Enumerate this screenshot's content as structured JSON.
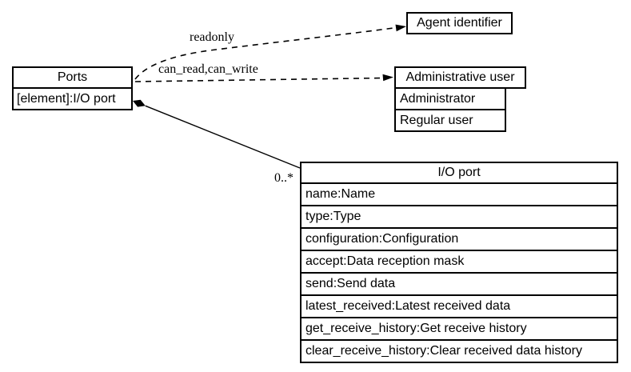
{
  "diagram": {
    "background_color": "#ffffff",
    "line_color": "#000000",
    "text_color": "#000000",
    "nodes": {
      "ports": {
        "title": "Ports",
        "attributes": [
          "[element]:I/O port"
        ]
      },
      "agent_identifier": {
        "title": "Agent identifier",
        "attributes": []
      },
      "administrative_user": {
        "title": "Administrative user",
        "attributes": [
          "Administrator",
          "Regular user"
        ]
      },
      "io_port": {
        "title": "I/O port",
        "attributes": [
          "name:Name",
          "type:Type",
          "configuration:Configuration",
          "accept:Data reception mask",
          "send:Send data",
          "latest_received:Latest received data",
          "get_receive_history:Get receive history",
          "clear_receive_history:Clear received data history"
        ]
      }
    },
    "edges": [
      {
        "label": "readonly",
        "from": "Ports",
        "to": "Agent identifier",
        "style": "dashed-arrow"
      },
      {
        "label": "can_read,can_write",
        "from": "Ports",
        "to": "Administrative user",
        "style": "dashed-arrow"
      },
      {
        "label": "0..*",
        "from": "Ports",
        "to": "I/O port",
        "style": "solid-composition-diamond"
      }
    ]
  }
}
